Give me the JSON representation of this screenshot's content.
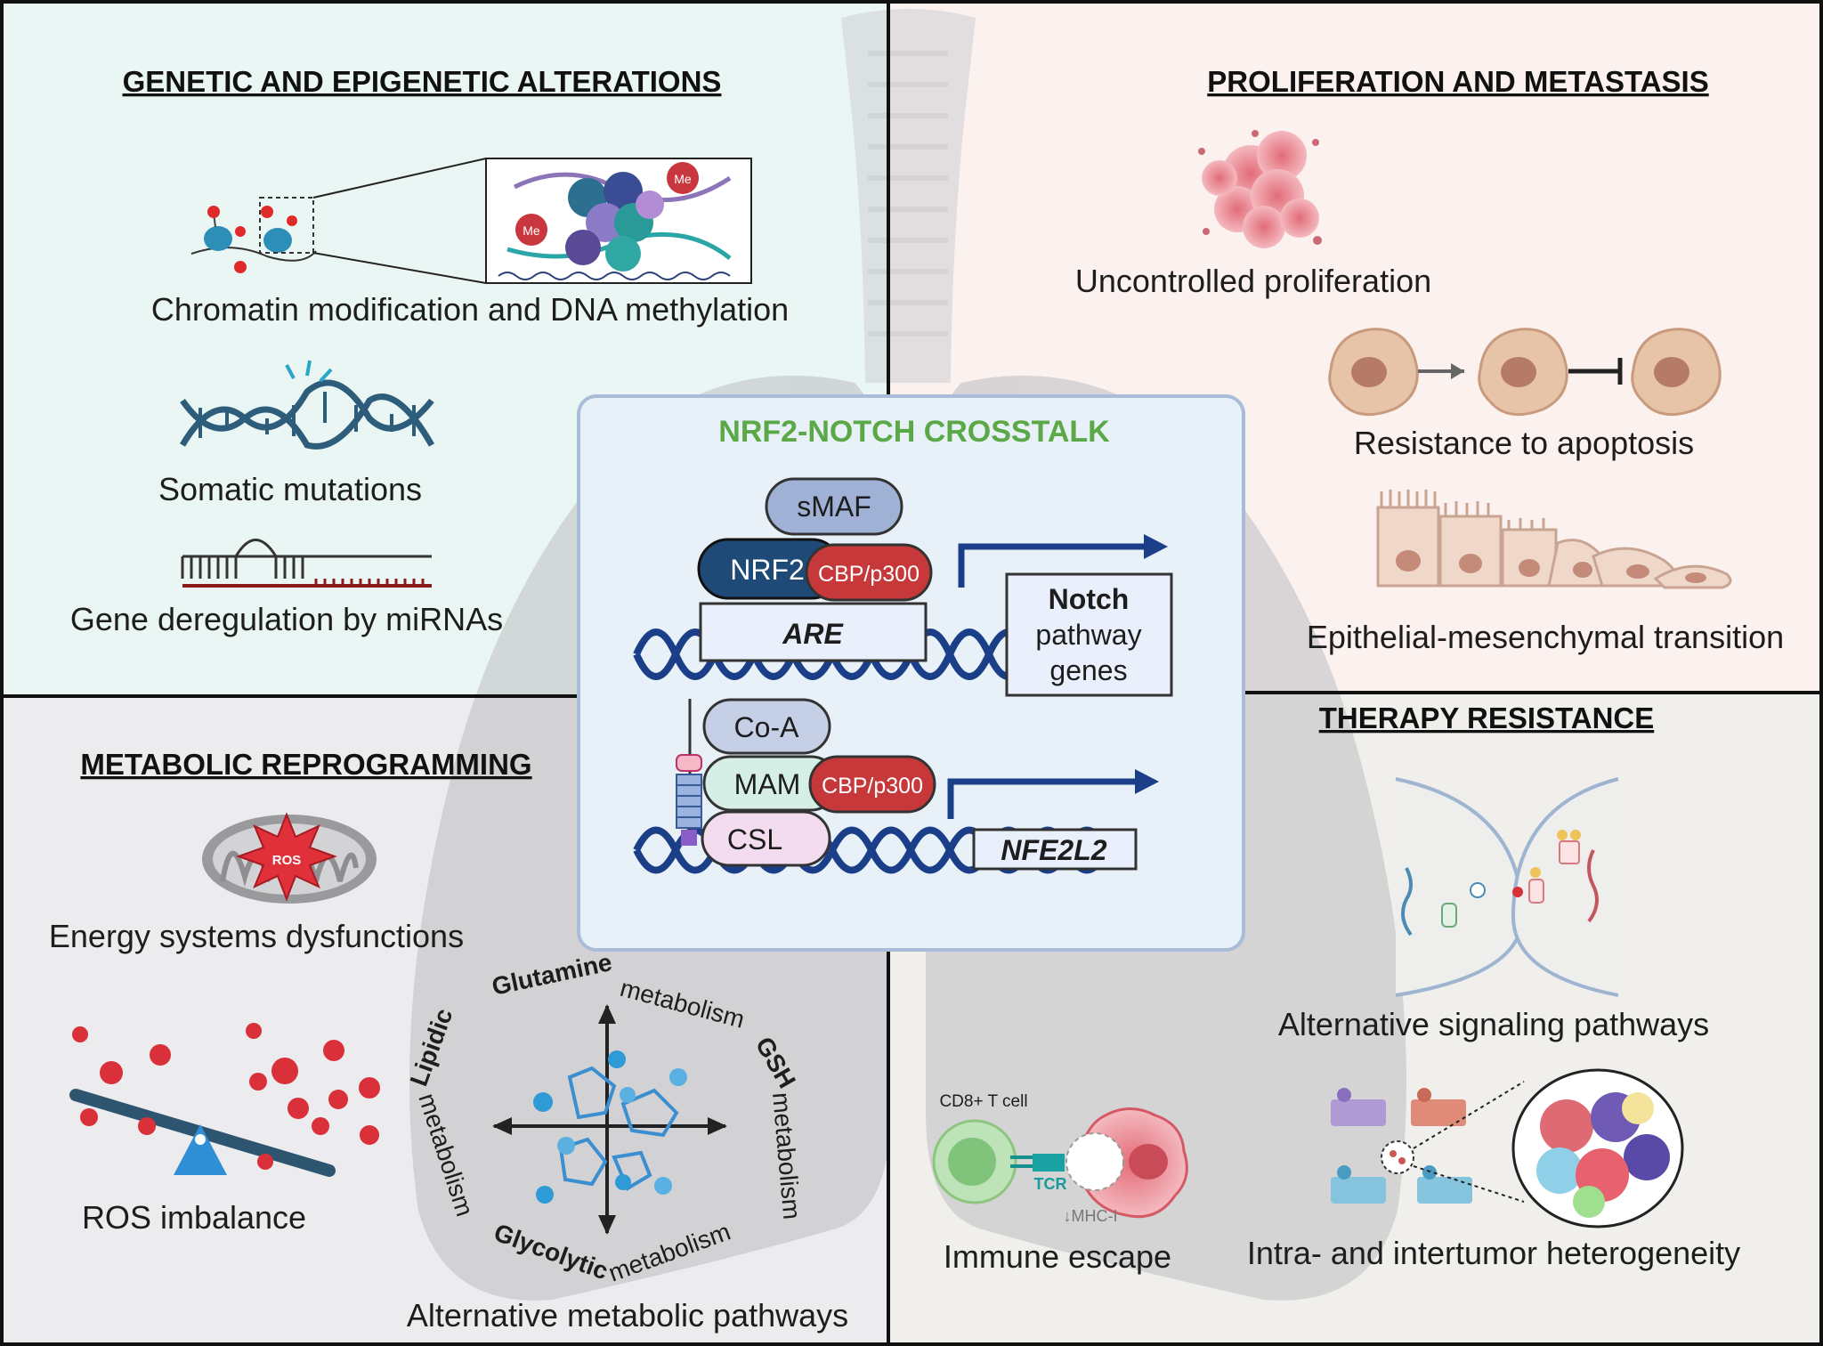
{
  "center": {
    "title": "NRF2-NOTCH CROSSTALK",
    "smaf": "sMAF",
    "nrf2": "NRF2",
    "cbp1": "CBP/p300",
    "are": "ARE",
    "notch_line1": "Notch",
    "notch_line2": "pathway",
    "notch_line3": "genes",
    "coa": "Co-A",
    "mam": "MAM",
    "cbp2": "CBP/p300",
    "csl": "CSL",
    "nfe2l2": "NFE2L2"
  },
  "top_left": {
    "heading": "GENETIC AND EPIGENETIC ALTERATIONS",
    "me1": "Me",
    "me2": "Me",
    "chromatin": "Chromatin modification and DNA methylation",
    "somatic": "Somatic mutations",
    "mirna": "Gene deregulation by miRNAs"
  },
  "top_right": {
    "heading": "PROLIFERATION AND METASTASIS",
    "proliferation": "Uncontrolled proliferation",
    "apoptosis": "Resistance to apoptosis",
    "emt": "Epithelial-mesenchymal transition"
  },
  "bottom_left": {
    "heading": "METABOLIC REPROGRAMMING",
    "ros_label": "ROS",
    "energy": "Energy systems dysfunctions",
    "ros_imbalance": "ROS imbalance",
    "glutamine": "Glutamine",
    "glutamine_metab": "metabolism",
    "gsh": "GSH",
    "gsh_metab": "metabolism",
    "glycolytic": "Glycolytic",
    "glycolytic_metab": "metabolism",
    "lipidic": "Lipidic",
    "lipidic_metab": "metabolism",
    "alt_metabolic": "Alternative metabolic pathways"
  },
  "bottom_right": {
    "heading": "THERAPY RESISTANCE",
    "alt_signaling": "Alternative signaling pathways",
    "cd8": "CD8+ T cell",
    "tcr": "TCR",
    "mhc": "↓MHC-I",
    "immune": "Immune escape",
    "heterogeneity": "Intra- and intertumor heterogeneity"
  },
  "colors": {
    "q1_bg": "#eaf6f4",
    "q2_bg": "#fbf1ef",
    "q3_bg": "#ecebee",
    "q4_bg": "#f0efec",
    "center_bg": "#e8f0f8",
    "title_green": "#5aa846",
    "dna_blue": "#1a3f88",
    "nrf2_navy": "#1f4a78",
    "cbp_red": "#c7383a",
    "smaf_blue": "#9fb2d6",
    "mam_mint": "#d6efe6",
    "csl_pink": "#f3dcf0"
  }
}
